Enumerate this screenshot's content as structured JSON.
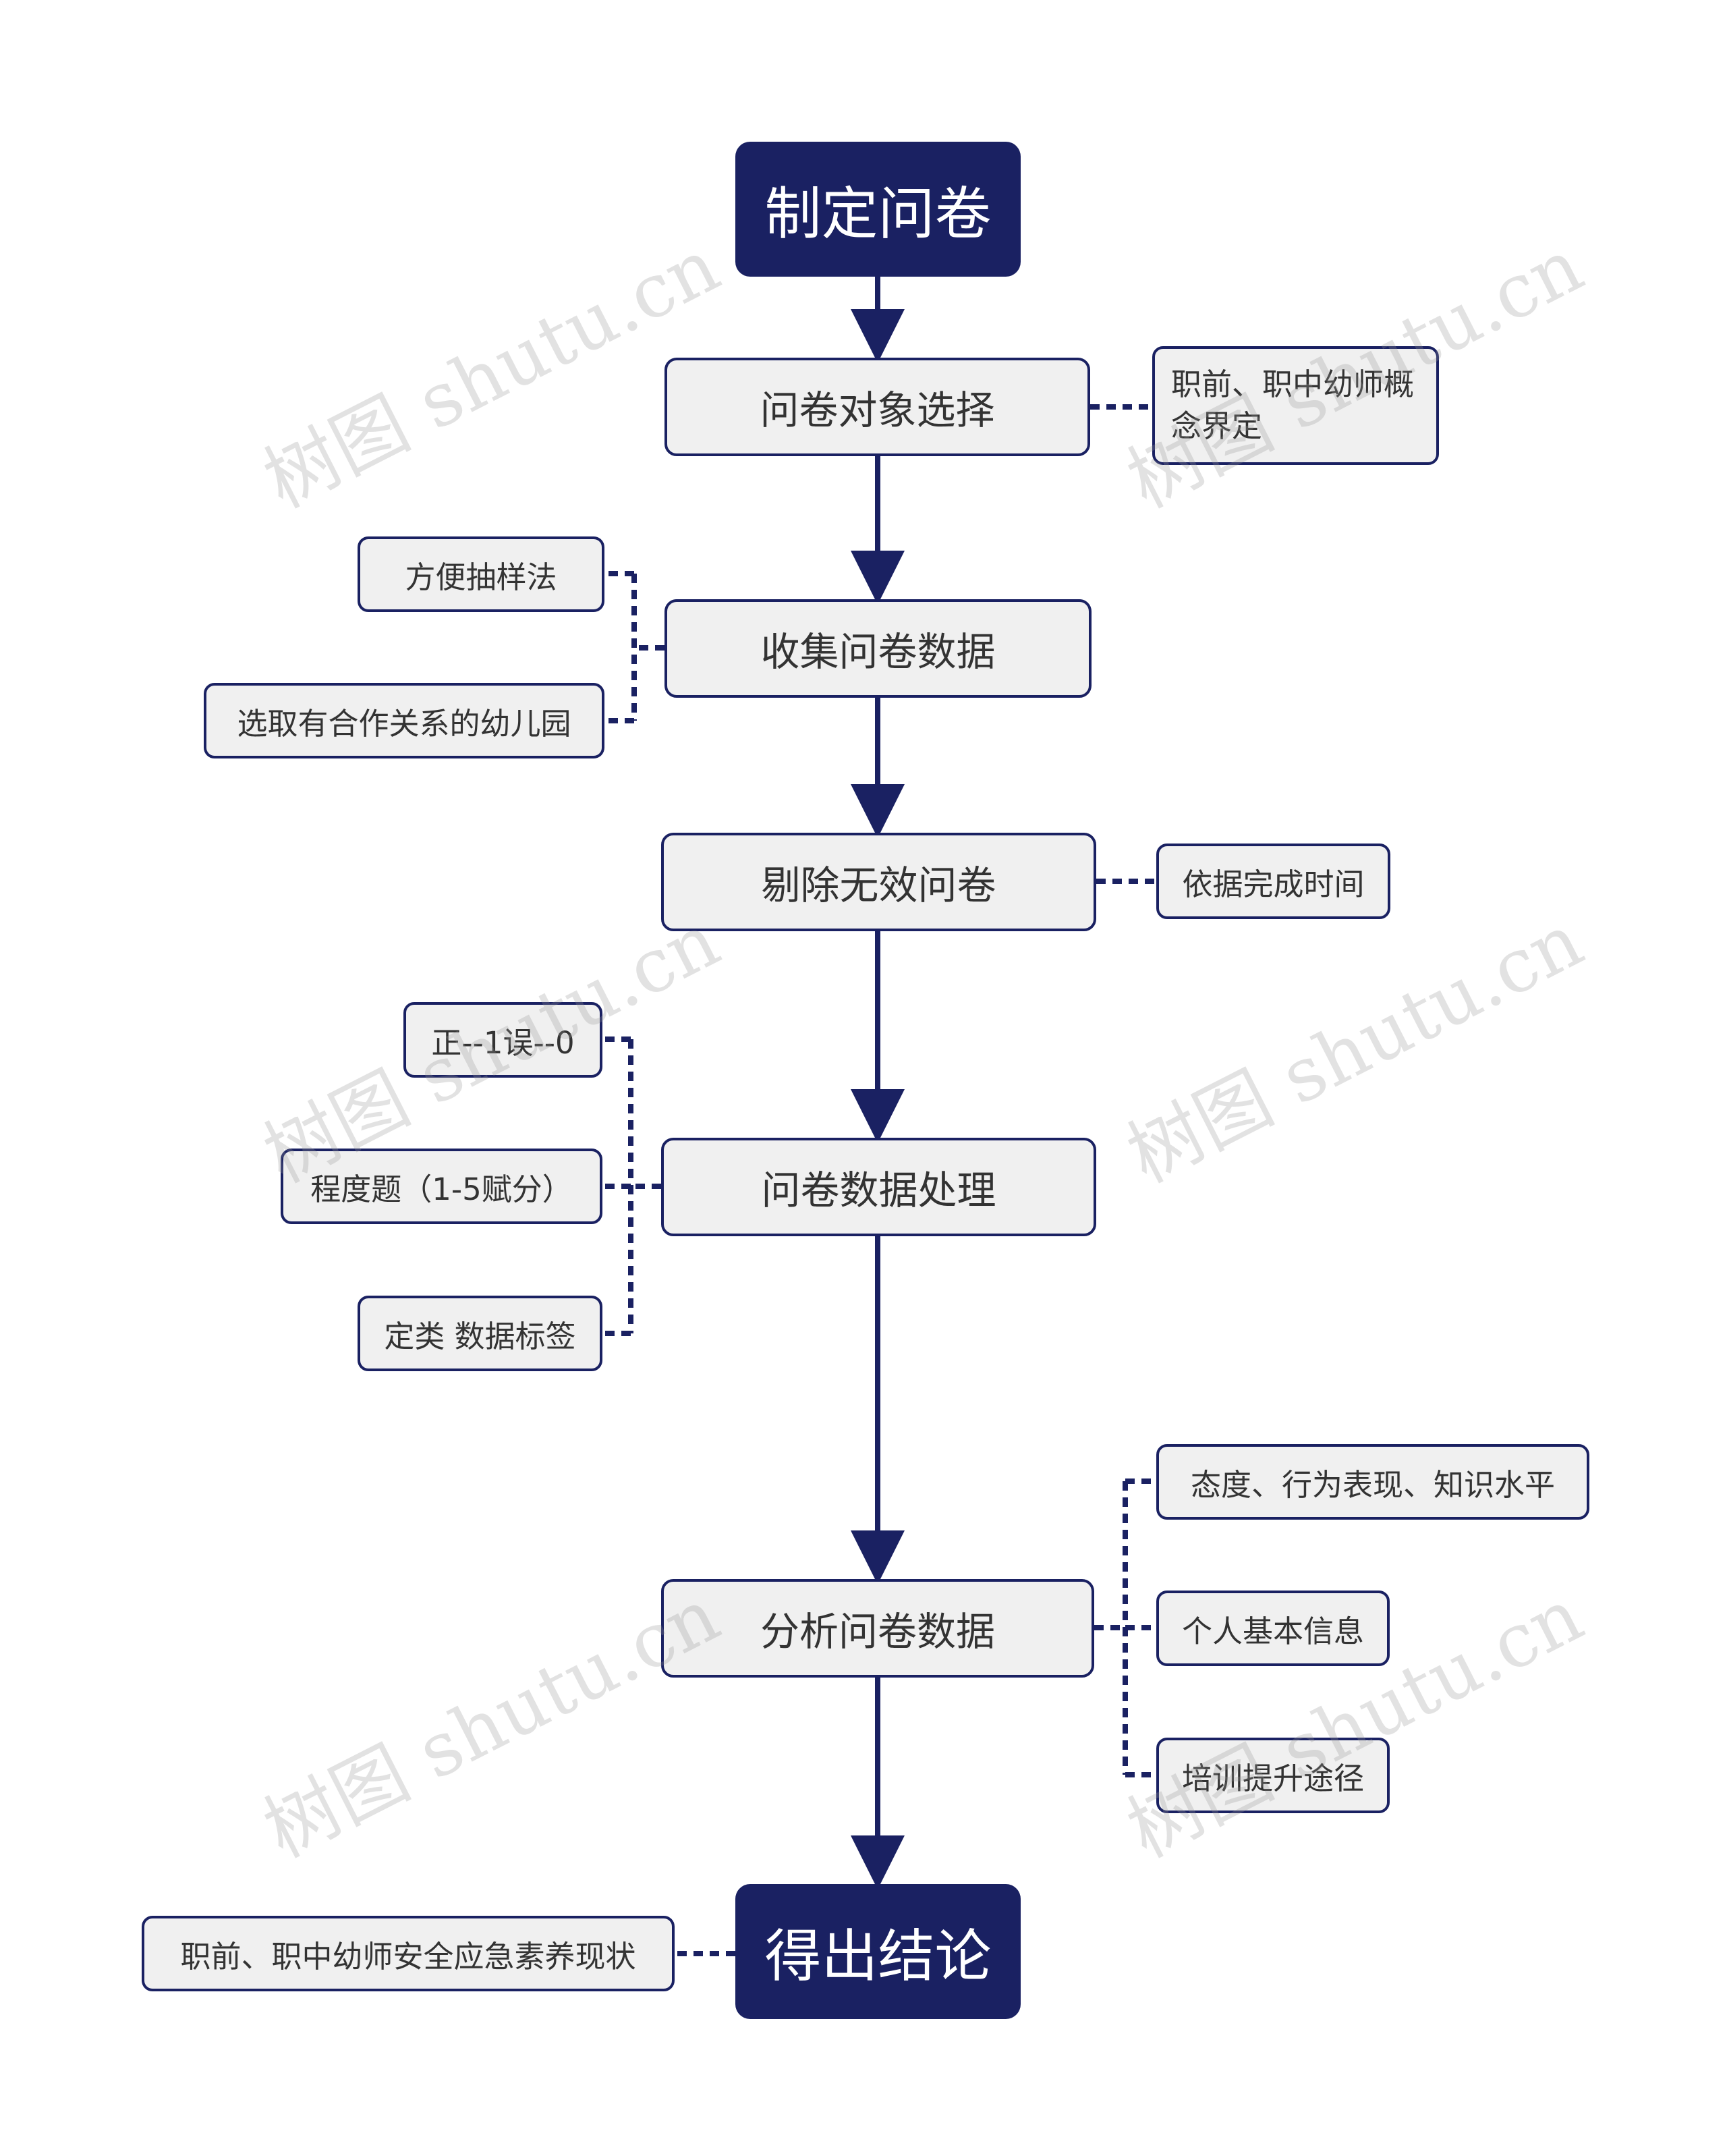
{
  "diagram": {
    "root": "制定问卷",
    "steps": [
      {
        "label": "问卷对象选择",
        "notes": [
          "职前、职中幼师概念界定"
        ]
      },
      {
        "label": "收集问卷数据",
        "notes": [
          "方便抽样法",
          "选取有合作关系的幼儿园"
        ]
      },
      {
        "label": "剔除无效问卷",
        "notes": [
          "依据完成时间"
        ]
      },
      {
        "label": "问卷数据处理",
        "notes": [
          "正--1误--0",
          "程度题（1-5赋分）",
          "定类 数据标签"
        ]
      },
      {
        "label": "分析问卷数据",
        "notes": [
          "态度、行为表现、知识水平",
          "个人基本信息",
          "培训提升途径"
        ]
      }
    ],
    "conclusion": "得出结论",
    "conclusion_note": "职前、职中幼师安全应急素养现状"
  },
  "watermark": "树图 shutu.cn",
  "colors": {
    "primary": "#1a2162",
    "node_fill": "#f0f0f0",
    "text": "#333333"
  }
}
